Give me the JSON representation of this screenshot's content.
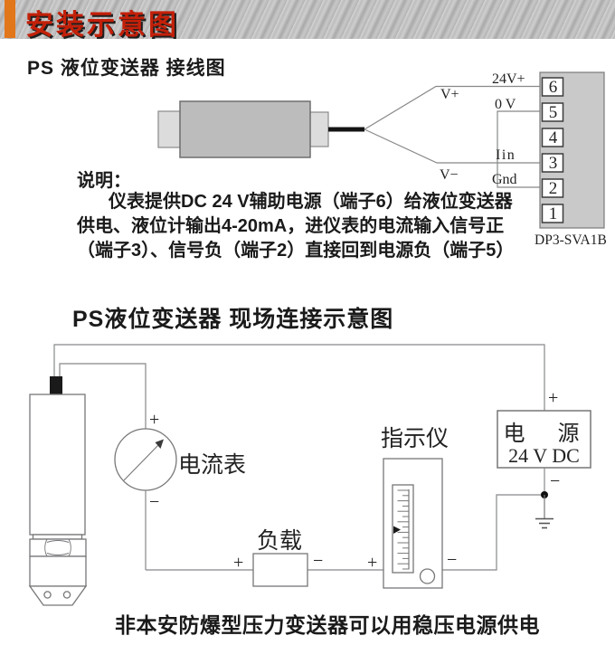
{
  "colors": {
    "accent_orange": "#e2761b",
    "title_red": "#c32009",
    "metal_gray": "#bdbdbd"
  },
  "banner": {
    "title": "安装示意图"
  },
  "wiring": {
    "heading": "PS 液位变送器 接线图",
    "v_plus": "V+",
    "v_minus": "V−",
    "lbl_24v": "24V+",
    "lbl_0v": "0 V",
    "lbl_iin": "Iin",
    "lbl_gnd": "Gnd",
    "terminals": [
      "6",
      "5",
      "4",
      "3",
      "2",
      "1"
    ],
    "model": "DP3-SVA1B",
    "notes_title": "说明：",
    "notes": [
      "仪表提供DC 24 V辅助电源（端子6）给液位变送器",
      "供电、液位计输出4-20mA，进仪表的电流输入信号正",
      "（端子3）、信号负（端子2）直接回到电源负（端子5）"
    ]
  },
  "field": {
    "heading": "PS液位变送器 现场连接示意图",
    "ammeter_label": "电流表",
    "load_label": "负载",
    "indicator_label": "指示仪",
    "power_name": "电　源",
    "power_rating": "24 V DC",
    "plus": "+",
    "minus": "−",
    "footer": "非本安防爆型压力变送器可以用稳压电源供电"
  }
}
